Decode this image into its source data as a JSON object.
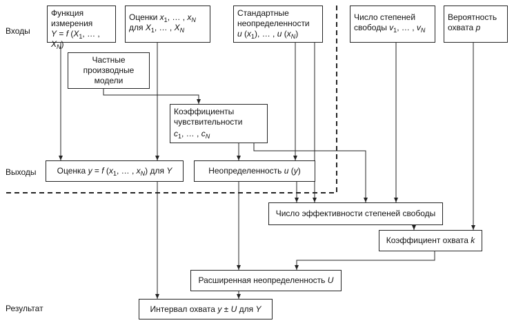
{
  "row_labels": {
    "inputs": "Входы",
    "outputs": "Выходы",
    "result": "Результат"
  },
  "boxes": {
    "measurement_function": {
      "line1": "Функция",
      "line2": "измерения"
    },
    "estimates_label": "Оценки",
    "estimates_for": "для",
    "std_uncertainties": {
      "line1": "Стандартные",
      "line2": "неопределенности"
    },
    "degrees_of_freedom": {
      "line1": "Число степеней",
      "line2": "свободы"
    },
    "coverage_probability": {
      "line1": "Вероятность",
      "line2": "охвата"
    },
    "partial_derivatives": {
      "line1": "Частные",
      "line2": "производные",
      "line3": "модели"
    },
    "sensitivity_coefficients": {
      "line1": "Коэффициенты",
      "line2": "чувствительности"
    },
    "estimate_output": {
      "prefix": "Оценка",
      "suffix": "для"
    },
    "uncertainty_output": "Неопределенность",
    "effective_dof": "Число эффективности степеней свободы",
    "coverage_factor": "Коэффициент охвата",
    "expanded_uncertainty": "Расширенная неопределенность",
    "coverage_interval": {
      "prefix": "Интервал охвата",
      "suffix": "для"
    }
  }
}
